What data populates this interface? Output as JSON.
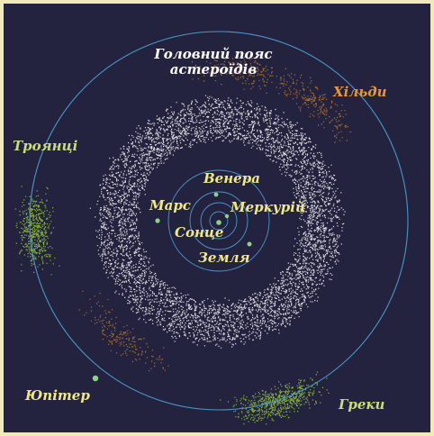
{
  "title": {
    "line1": "Головний пояс",
    "line2": "астероїдів"
  },
  "labels": {
    "hildas": "Хільди",
    "trojans": "Троянці",
    "greeks": "Греки",
    "jupiter": "Юпітер",
    "venus": "Венера",
    "mars": "Марс",
    "mercury": "Меркурій",
    "sun": "Сонце",
    "earth": "Земля"
  },
  "colors": {
    "background": "#24233f",
    "frame": "#f2e9b8",
    "orbit": "#4fa3d8",
    "main_belt": "#ffffff",
    "trojan_greek_asteroids": "#8fc23a",
    "hilda_asteroids": "#c47a2a",
    "planet": "#8fd08a",
    "label_yellow": "#f0e88a",
    "label_green": "#c8dc82",
    "label_orange": "#e8953a"
  }
}
